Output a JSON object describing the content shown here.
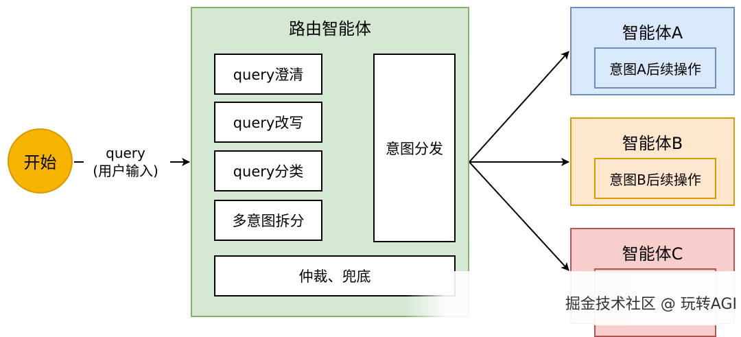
{
  "start": {
    "label": "开始"
  },
  "input": {
    "line1": "query",
    "line2": "(用户输入)"
  },
  "router": {
    "title": "路由智能体",
    "steps": [
      "query澄清",
      "query改写",
      "query分类",
      "多意图拆分"
    ],
    "dispatch": "意图分发",
    "fallback": "仲裁、兜底"
  },
  "agents": [
    {
      "title": "智能体A",
      "action": "意图A后续操作"
    },
    {
      "title": "智能体B",
      "action": "意图B后续操作"
    },
    {
      "title": "智能体C",
      "action": ""
    }
  ],
  "watermark": "掘金技术社区 @ 玩转AGI",
  "colors": {
    "start_fill": "#f6b400",
    "router_fill": "#d5e8d4",
    "router_border": "#82b366",
    "agent_a_fill": "#dae8fc",
    "agent_a_border": "#6c8ebf",
    "agent_b_fill": "#ffe6cc",
    "agent_b_border": "#d79b00",
    "agent_c_fill": "#f8cecc",
    "agent_c_border": "#b85450"
  }
}
